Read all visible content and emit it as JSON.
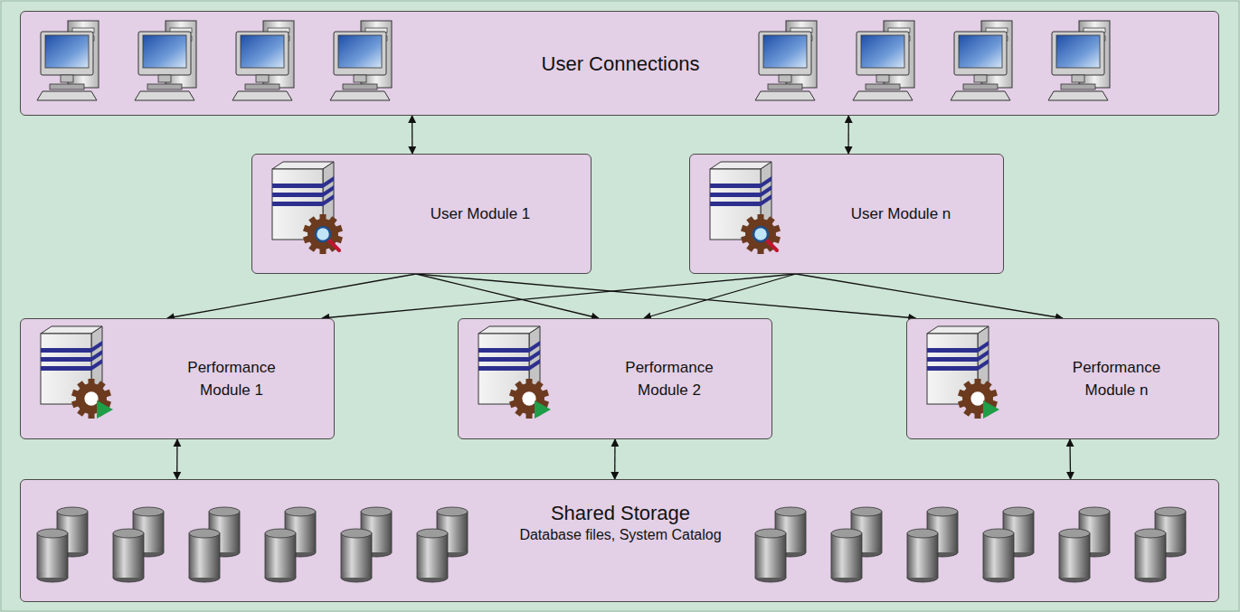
{
  "diagram": {
    "nodes": [
      {
        "text": [
          "User Connections"
        ]
      },
      {
        "text": [
          "User Module 1"
        ]
      },
      {
        "text": [
          "User Module n"
        ]
      },
      {
        "text": [
          "Performance Module 1"
        ]
      },
      {
        "text": [
          "Performance Module 2"
        ]
      },
      {
        "text": [
          "Performance Module n"
        ]
      },
      {
        "text": [
          "Shared Storage",
          "Database files, System Catalog"
        ]
      }
    ],
    "edges": [
      {
        "from": 0,
        "to": 1,
        "arrow": "both"
      },
      {
        "from": 0,
        "to": 2,
        "arrow": "both"
      },
      {
        "from": 1,
        "to": 3,
        "arrow": "to"
      },
      {
        "from": 1,
        "to": 4,
        "arrow": "to"
      },
      {
        "from": 1,
        "to": 5,
        "arrow": "to"
      },
      {
        "from": 2,
        "to": 3,
        "arrow": "to"
      },
      {
        "from": 2,
        "to": 4,
        "arrow": "to"
      },
      {
        "from": 2,
        "to": 5,
        "arrow": "to"
      },
      {
        "from": 3,
        "to": 6,
        "arrow": "both"
      },
      {
        "from": 4,
        "to": 6,
        "arrow": "both"
      },
      {
        "from": 5,
        "to": 6,
        "arrow": "both"
      }
    ]
  }
}
